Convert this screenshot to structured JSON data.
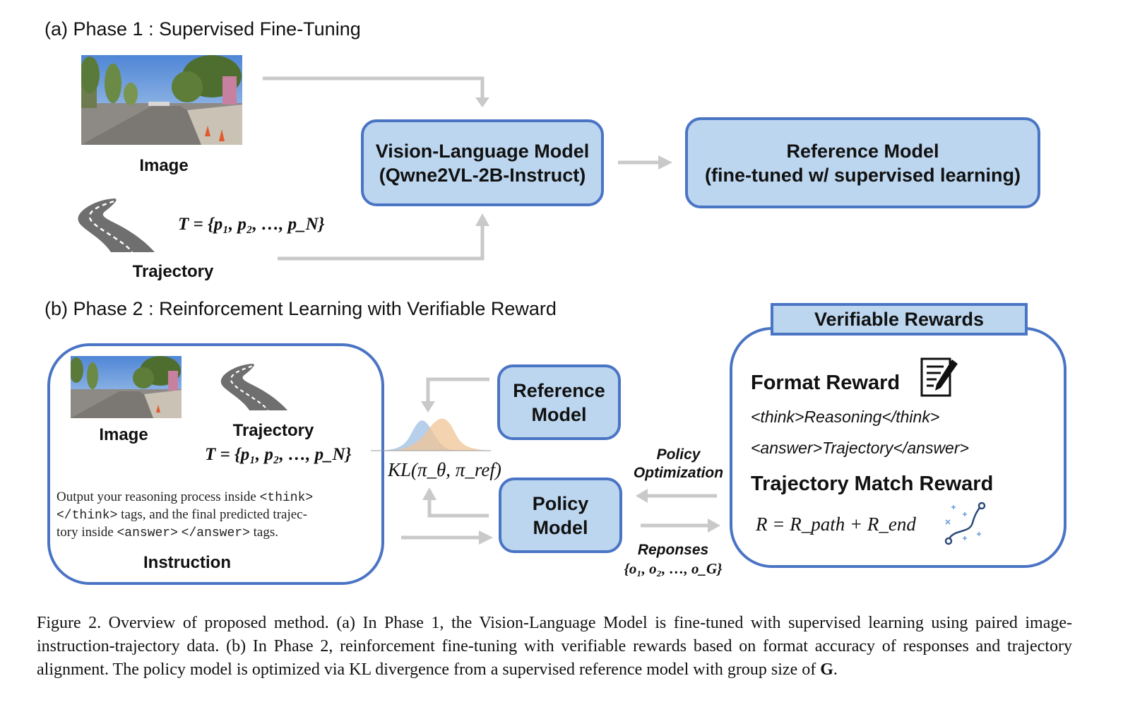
{
  "phase1": {
    "title": "(a) Phase 1 : Supervised Fine-Tuning",
    "image_label": "Image",
    "trajectory_label": "Trajectory",
    "trajectory_formula": "T = {p₁, p₂, …, p_N}",
    "vlm": {
      "line1": "Vision-Language Model",
      "line2": "(Qwne2VL-2B-Instruct)"
    },
    "reference": {
      "line1": "Reference Model",
      "line2": "(fine-tuned w/ supervised learning)"
    }
  },
  "phase2": {
    "title": "(b) Phase 2 : Reinforcement Learning with Verifiable Reward",
    "image_label": "Image",
    "trajectory_label": "Trajectory",
    "trajectory_formula": "T = {p₁, p₂, …, p_N}",
    "instruction": {
      "t1": "Output your reasoning process inside",
      "think_open": "<think>",
      "think_close": "</think>",
      "t2": "tags, and the final predicted trajec-",
      "t3": "tory inside",
      "answer_open": "<answer>",
      "answer_close": "</answer>",
      "t4": "tags."
    },
    "instruction_label": "Instruction",
    "kl_label": "KL(π_θ, π_ref)",
    "reference_model": {
      "line1": "Reference",
      "line2": "Model"
    },
    "policy_model": {
      "line1": "Policy",
      "line2": "Model"
    },
    "policy_optimization": {
      "line1": "Policy",
      "line2": "Optimization"
    },
    "responses": {
      "label": "Reponses",
      "formula": "{o₁, o₂, …, o_G}"
    },
    "rewards": {
      "header": "Verifiable Rewards",
      "format_title": "Format Reward",
      "format_line1": "<think>Reasoning</think>",
      "format_line2": "<answer>Trajectory</answer>",
      "match_title": "Trajectory Match Reward",
      "match_formula": "R = R_path + R_end"
    }
  },
  "caption": "Figure 2. Overview of proposed method. (a) In Phase 1, the Vision-Language Model is fine-tuned with supervised learning using paired image-instruction-trajectory data. (b) In Phase 2, reinforcement fine-tuning with verifiable rewards based on format accuracy of responses and trajectory alignment. The policy model is optimized via KL divergence from a supervised reference model with group size of",
  "caption_end": "G",
  "colors": {
    "box_fill": "#bcd6ef",
    "box_border": "#4a74c4",
    "arrow": "#c9c9c9"
  },
  "icons": [
    "road-icon",
    "notepad-pencil-icon",
    "path-plot-icon",
    "distribution-icon"
  ]
}
